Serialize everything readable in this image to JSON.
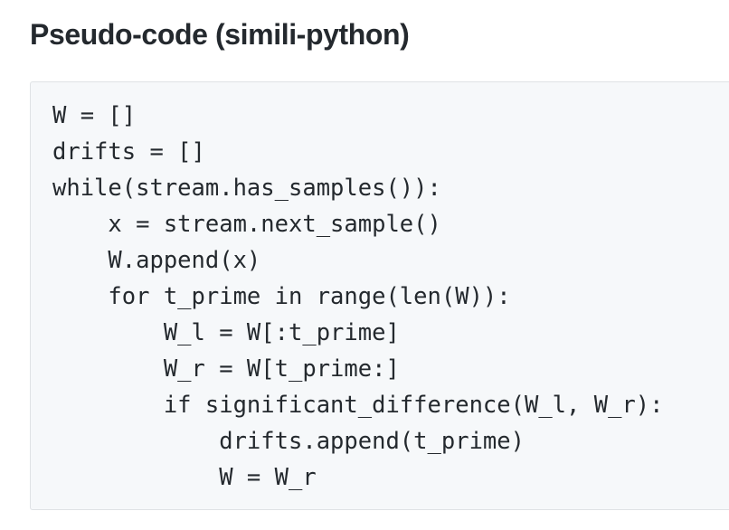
{
  "heading": "Pseudo-code (simili-python)",
  "code_lines": [
    "W = []",
    "drifts = []",
    "while(stream.has_samples()):",
    "    x = stream.next_sample()",
    "    W.append(x)",
    "    for t_prime in range(len(W)):",
    "        W_l = W[:t_prime]",
    "        W_r = W[t_prime:]",
    "        if significant_difference(W_l, W_r):",
    "            drifts.append(t_prime)",
    "            W = W_r"
  ]
}
